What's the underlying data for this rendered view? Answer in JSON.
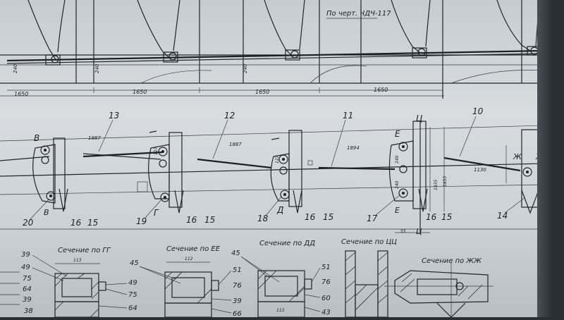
{
  "drawing": {
    "ref_note": "По черт. ЧДЧ-117",
    "top_dims": [
      "1650",
      "1650",
      "1650",
      "1650"
    ],
    "top_small": [
      "240",
      "240",
      "240"
    ],
    "rod_labels": [
      "13",
      "12",
      "11",
      "10"
    ],
    "mid_dims": [
      "1887",
      "1887",
      "1894",
      "1130"
    ],
    "vertical_dims": [
      "127",
      "127",
      "240",
      "240",
      "1835",
      "1855"
    ],
    "section_letters": [
      "В",
      "Г",
      "Д",
      "Е",
      "Ц",
      "Ж",
      "Ж"
    ],
    "part_numbers": [
      "20",
      "19",
      "18",
      "17",
      "16",
      "15",
      "16",
      "15",
      "16",
      "15",
      "16",
      "15",
      "14"
    ],
    "letters_bottom": [
      "В",
      "Г",
      "Д",
      "Е",
      "Ц"
    ],
    "small_dim_55": "55",
    "section_titles": [
      "Сечение по ГГ",
      "Сечение по ЕЕ",
      "Сечение по ДД",
      "Сечение по ЦЦ",
      "Сечение по ЖЖ"
    ],
    "section_callouts_left": [
      "39",
      "49",
      "75",
      "64",
      "39",
      "38"
    ],
    "section_callouts_gg": [
      "49",
      "75",
      "64"
    ],
    "section_callouts_ee": [
      "45",
      "51",
      "76",
      "39",
      "66"
    ],
    "section_callouts_dd_left": [
      "45"
    ],
    "section_callouts_dd": [
      "51",
      "76",
      "60",
      "43"
    ],
    "section_dim_gg": "113",
    "section_dim_ee": "112",
    "section_dim_dd": "113"
  }
}
